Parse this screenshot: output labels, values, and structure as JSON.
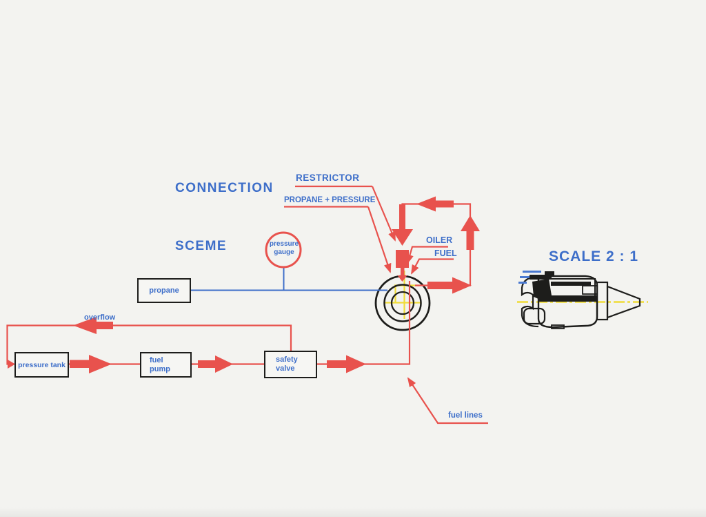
{
  "page": {
    "kind": "scanned technical connection diagram",
    "background": "#f3f3f0"
  },
  "colors": {
    "line_red": "#e8524d",
    "text_blue": "#3d6ec9",
    "accent_yellow": "#f0dc38",
    "drawing_black": "#1d1d1b"
  },
  "title": {
    "line1": "CONNECTION",
    "line2": "SCEME"
  },
  "callouts": {
    "restrictor": "RESTRICTOR",
    "propane_pressure": "PROPANE + PRESSURE",
    "oiler": "OILER",
    "fuel": "FUEL",
    "overflow": "overflow",
    "fuel_lines": "fuel lines"
  },
  "gauge": {
    "line1": "pressure",
    "line2": "gauge"
  },
  "boxes": {
    "propane": {
      "label": "propane"
    },
    "pressure_tank": {
      "label": "pressure tank"
    },
    "fuel_pump": {
      "line1": "fuel",
      "line2": "pump"
    },
    "safety_valve": {
      "line1": "safety",
      "line2": "valve"
    }
  },
  "side_view": {
    "scale_label": "SCALE 2 : 1"
  }
}
